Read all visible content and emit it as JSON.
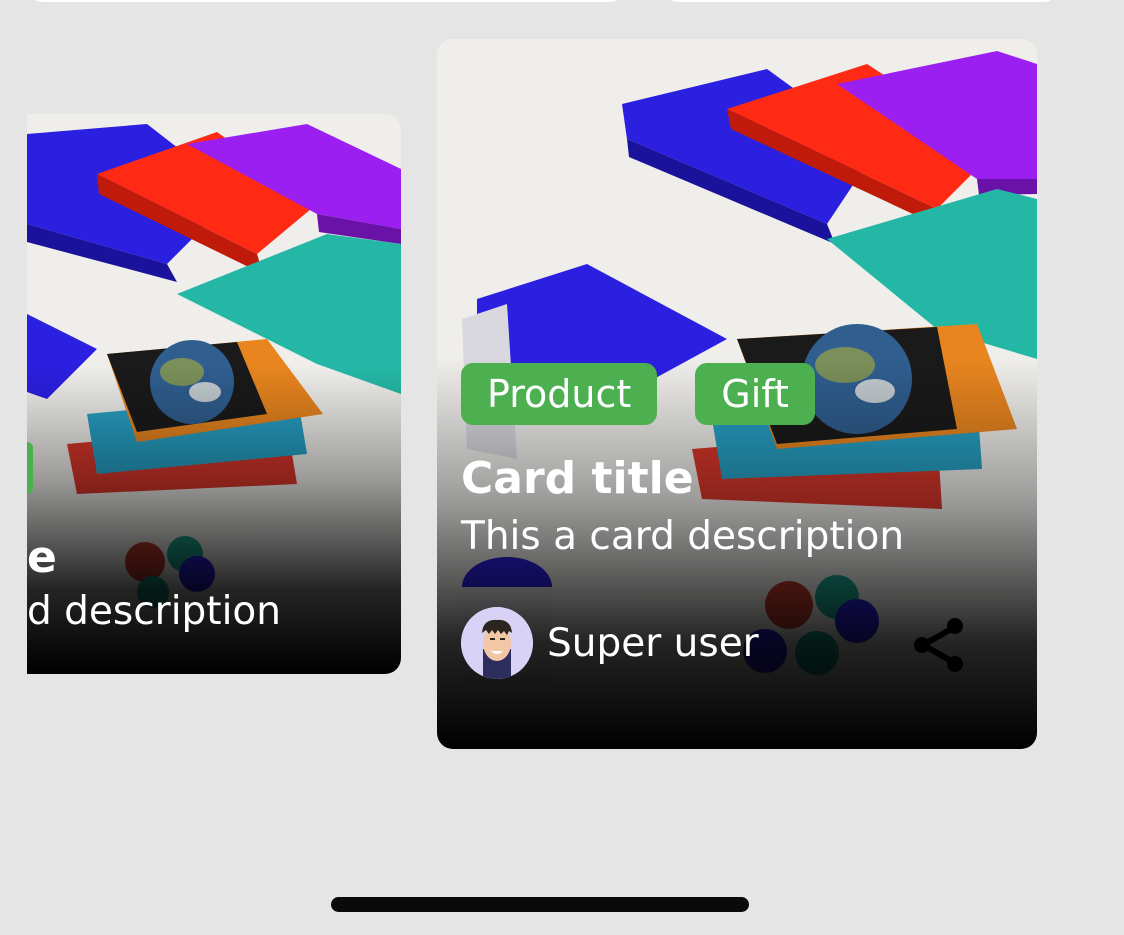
{
  "left_card": {
    "title_fragment": "e",
    "description_fragment": "d description"
  },
  "main_card": {
    "tags": [
      {
        "label": "Product"
      },
      {
        "label": "Gift"
      }
    ],
    "title": "Card title",
    "description": "This a card description",
    "user_name": "Super user",
    "share_icon": "share-icon"
  },
  "colors": {
    "background": "#e5e5e5",
    "tag_green": "#4caf50",
    "avatar_bg": "#d9d2f7",
    "binder_blue": "#2b1fe0",
    "binder_red": "#ff2a14",
    "binder_purple": "#9b1ff0",
    "binder_teal": "#25b7a6",
    "book_orange": "#e8851f"
  }
}
